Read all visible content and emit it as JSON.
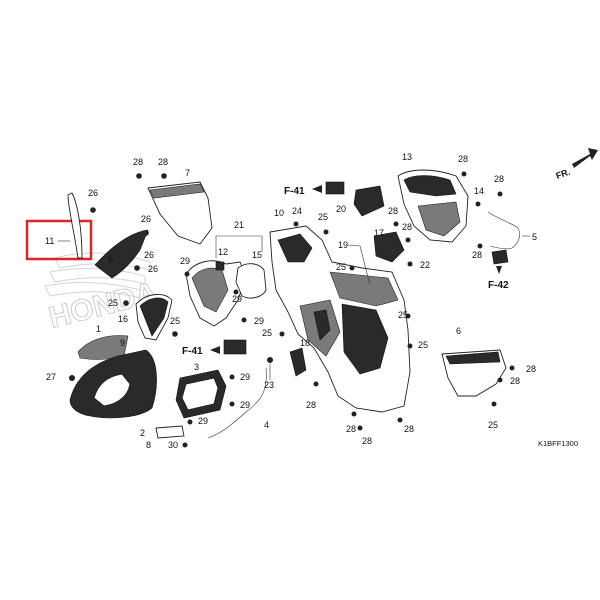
{
  "diagram": {
    "code": "K1BFF1300",
    "direction_label": "FR.",
    "highlight_color": "#e0242c",
    "highlighted_part": "11",
    "refs": [
      "F-41",
      "F-41",
      "F-42"
    ],
    "watermark": "HONDA",
    "labels": {
      "p1": "1",
      "p2": "2",
      "p3": "3",
      "p4": "4",
      "p5": "5",
      "p6": "6",
      "p7": "7",
      "p8": "8",
      "p9": "9",
      "p10": "10",
      "p11": "11",
      "p12": "12",
      "p13": "13",
      "p14": "14",
      "p15": "15",
      "p16": "16",
      "p17": "17",
      "p18": "18",
      "p19": "19",
      "p20": "20",
      "p21": "21",
      "p22": "22",
      "p23": "23",
      "p24": "24",
      "p25": "25",
      "p26": "26",
      "p27": "27",
      "p28": "28",
      "p29": "29",
      "p30": "30"
    }
  }
}
